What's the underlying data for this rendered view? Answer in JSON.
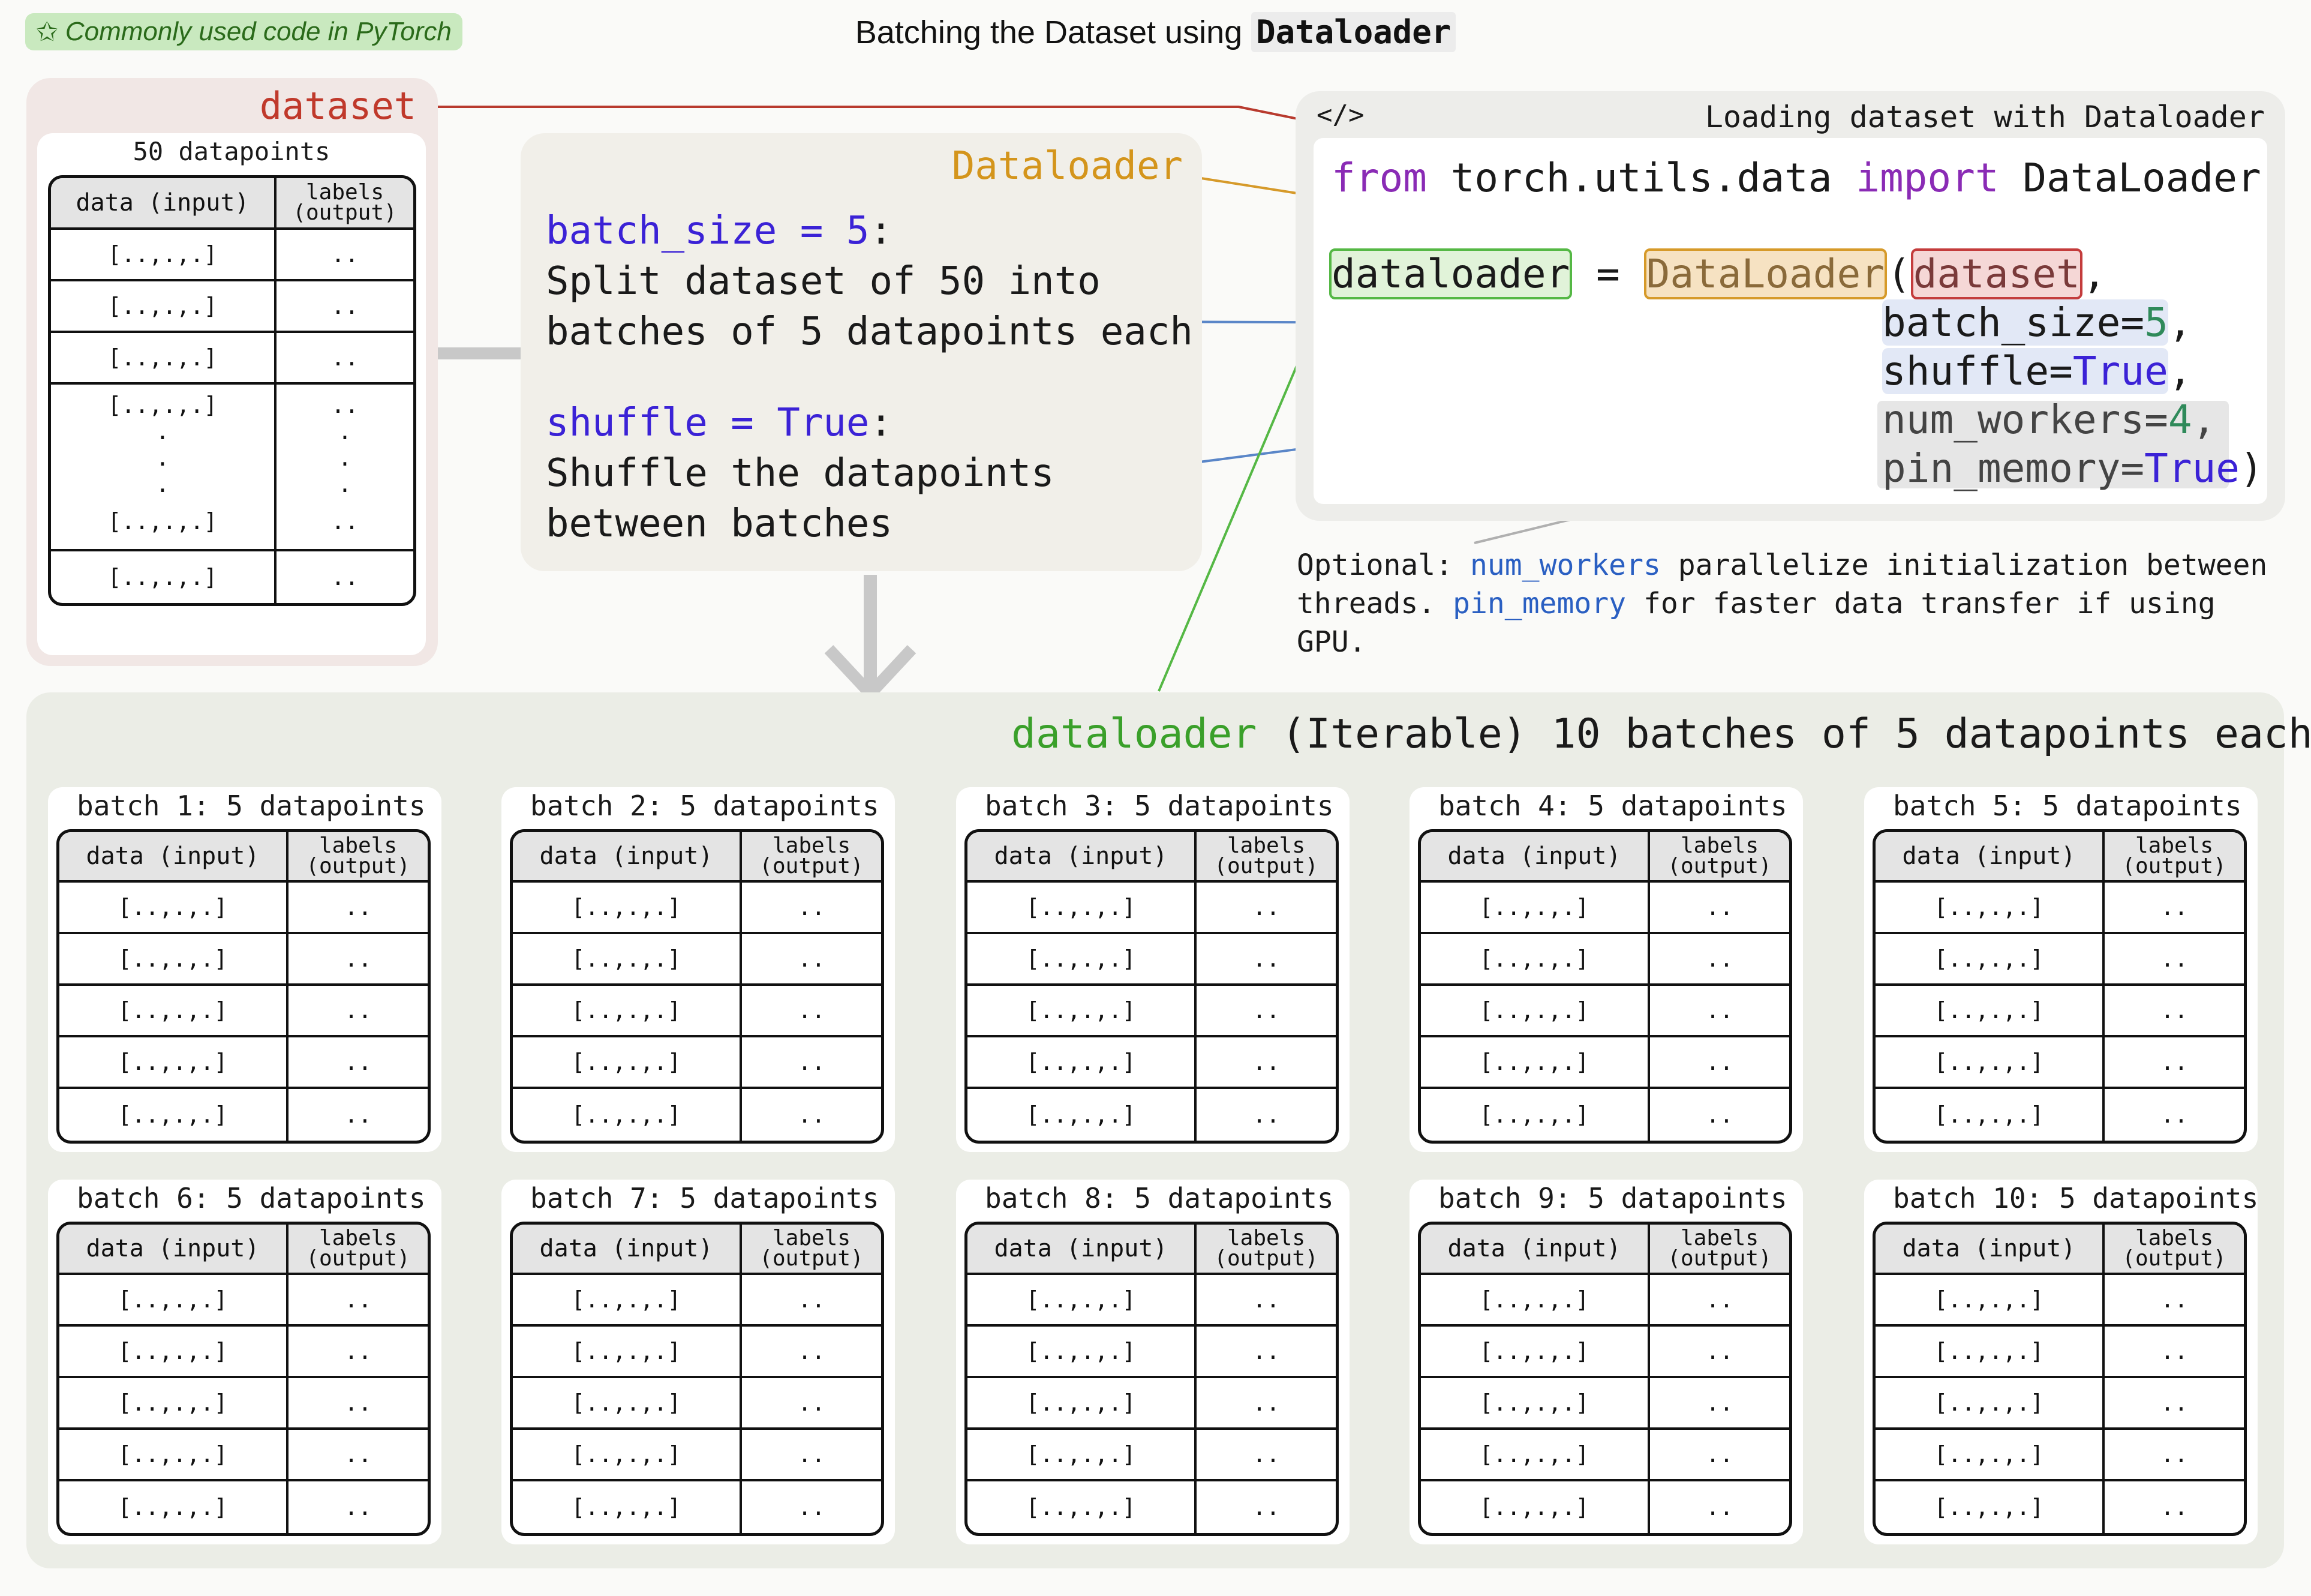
{
  "badge": {
    "icon": "star-icon",
    "text": "Commonly used code in PyTorch"
  },
  "title": {
    "prefix": "Batching the Dataset using ",
    "code": "Dataloader"
  },
  "dataset": {
    "label": "dataset",
    "caption": "50 datapoints",
    "header_data": "data (input)",
    "header_labels_1": "labels",
    "header_labels_2": "(output)",
    "row_data": "[..,.,.]",
    "row_label": "..",
    "ellipsis": "."
  },
  "dataloader_panel": {
    "title": "Dataloader",
    "batch_size_kw": "batch_size = 5",
    "colon": ":",
    "batch_size_desc_1": "Split dataset of 50 into",
    "batch_size_desc_2": "batches of 5 datapoints each",
    "shuffle_kw": "shuffle = True",
    "shuffle_desc_1": "Shuffle the datapoints",
    "shuffle_desc_2": "between batches"
  },
  "code_panel": {
    "icon": "code-icon",
    "icon_text": "</>",
    "caption": "Loading dataset with Dataloader",
    "kw_from": "from",
    "module": " torch.utils.data ",
    "kw_import": "import",
    "import_name": " DataLoader",
    "var": "dataloader",
    "eq": " = ",
    "cls": "DataLoader",
    "paren_open": "(",
    "arg_dataset": "dataset",
    "comma": ",",
    "arg_batch_size": "batch_size=",
    "val_batch_size": "5",
    "arg_shuffle": "shuffle=",
    "val_shuffle": "True",
    "arg_num_workers": "num_workers=",
    "val_num_workers": "4",
    "arg_pin_memory": "pin_memory=",
    "val_pin_memory": "True",
    "paren_close": ")"
  },
  "note": {
    "p1": "Optional: ",
    "opt1": "num_workers",
    "p2": " parallelize initialization between threads. ",
    "opt2": "pin_memory",
    "p3": " for faster data transfer if using GPU."
  },
  "lower": {
    "label_var": "dataloader",
    "label_rest": " (Iterable) 10 batches of 5 datapoints each"
  },
  "batches": [
    {
      "title": "batch 1: 5 datapoints"
    },
    {
      "title": "batch 2: 5 datapoints"
    },
    {
      "title": "batch 3: 5 datapoints"
    },
    {
      "title": "batch 4: 5 datapoints"
    },
    {
      "title": "batch 5: 5 datapoints"
    },
    {
      "title": "batch 6: 5 datapoints"
    },
    {
      "title": "batch 7: 5 datapoints"
    },
    {
      "title": "batch 8: 5 datapoints"
    },
    {
      "title": "batch 9: 5 datapoints"
    },
    {
      "title": "batch 10: 5 datapoints"
    }
  ],
  "colors": {
    "dataset_red": "#c0392b",
    "dataloader_orange": "#d4951c",
    "keyword_blue": "#3b22d6",
    "iterable_green": "#3aa02a",
    "link_blue": "#5a86c8",
    "link_gray": "#b0b0b0"
  }
}
